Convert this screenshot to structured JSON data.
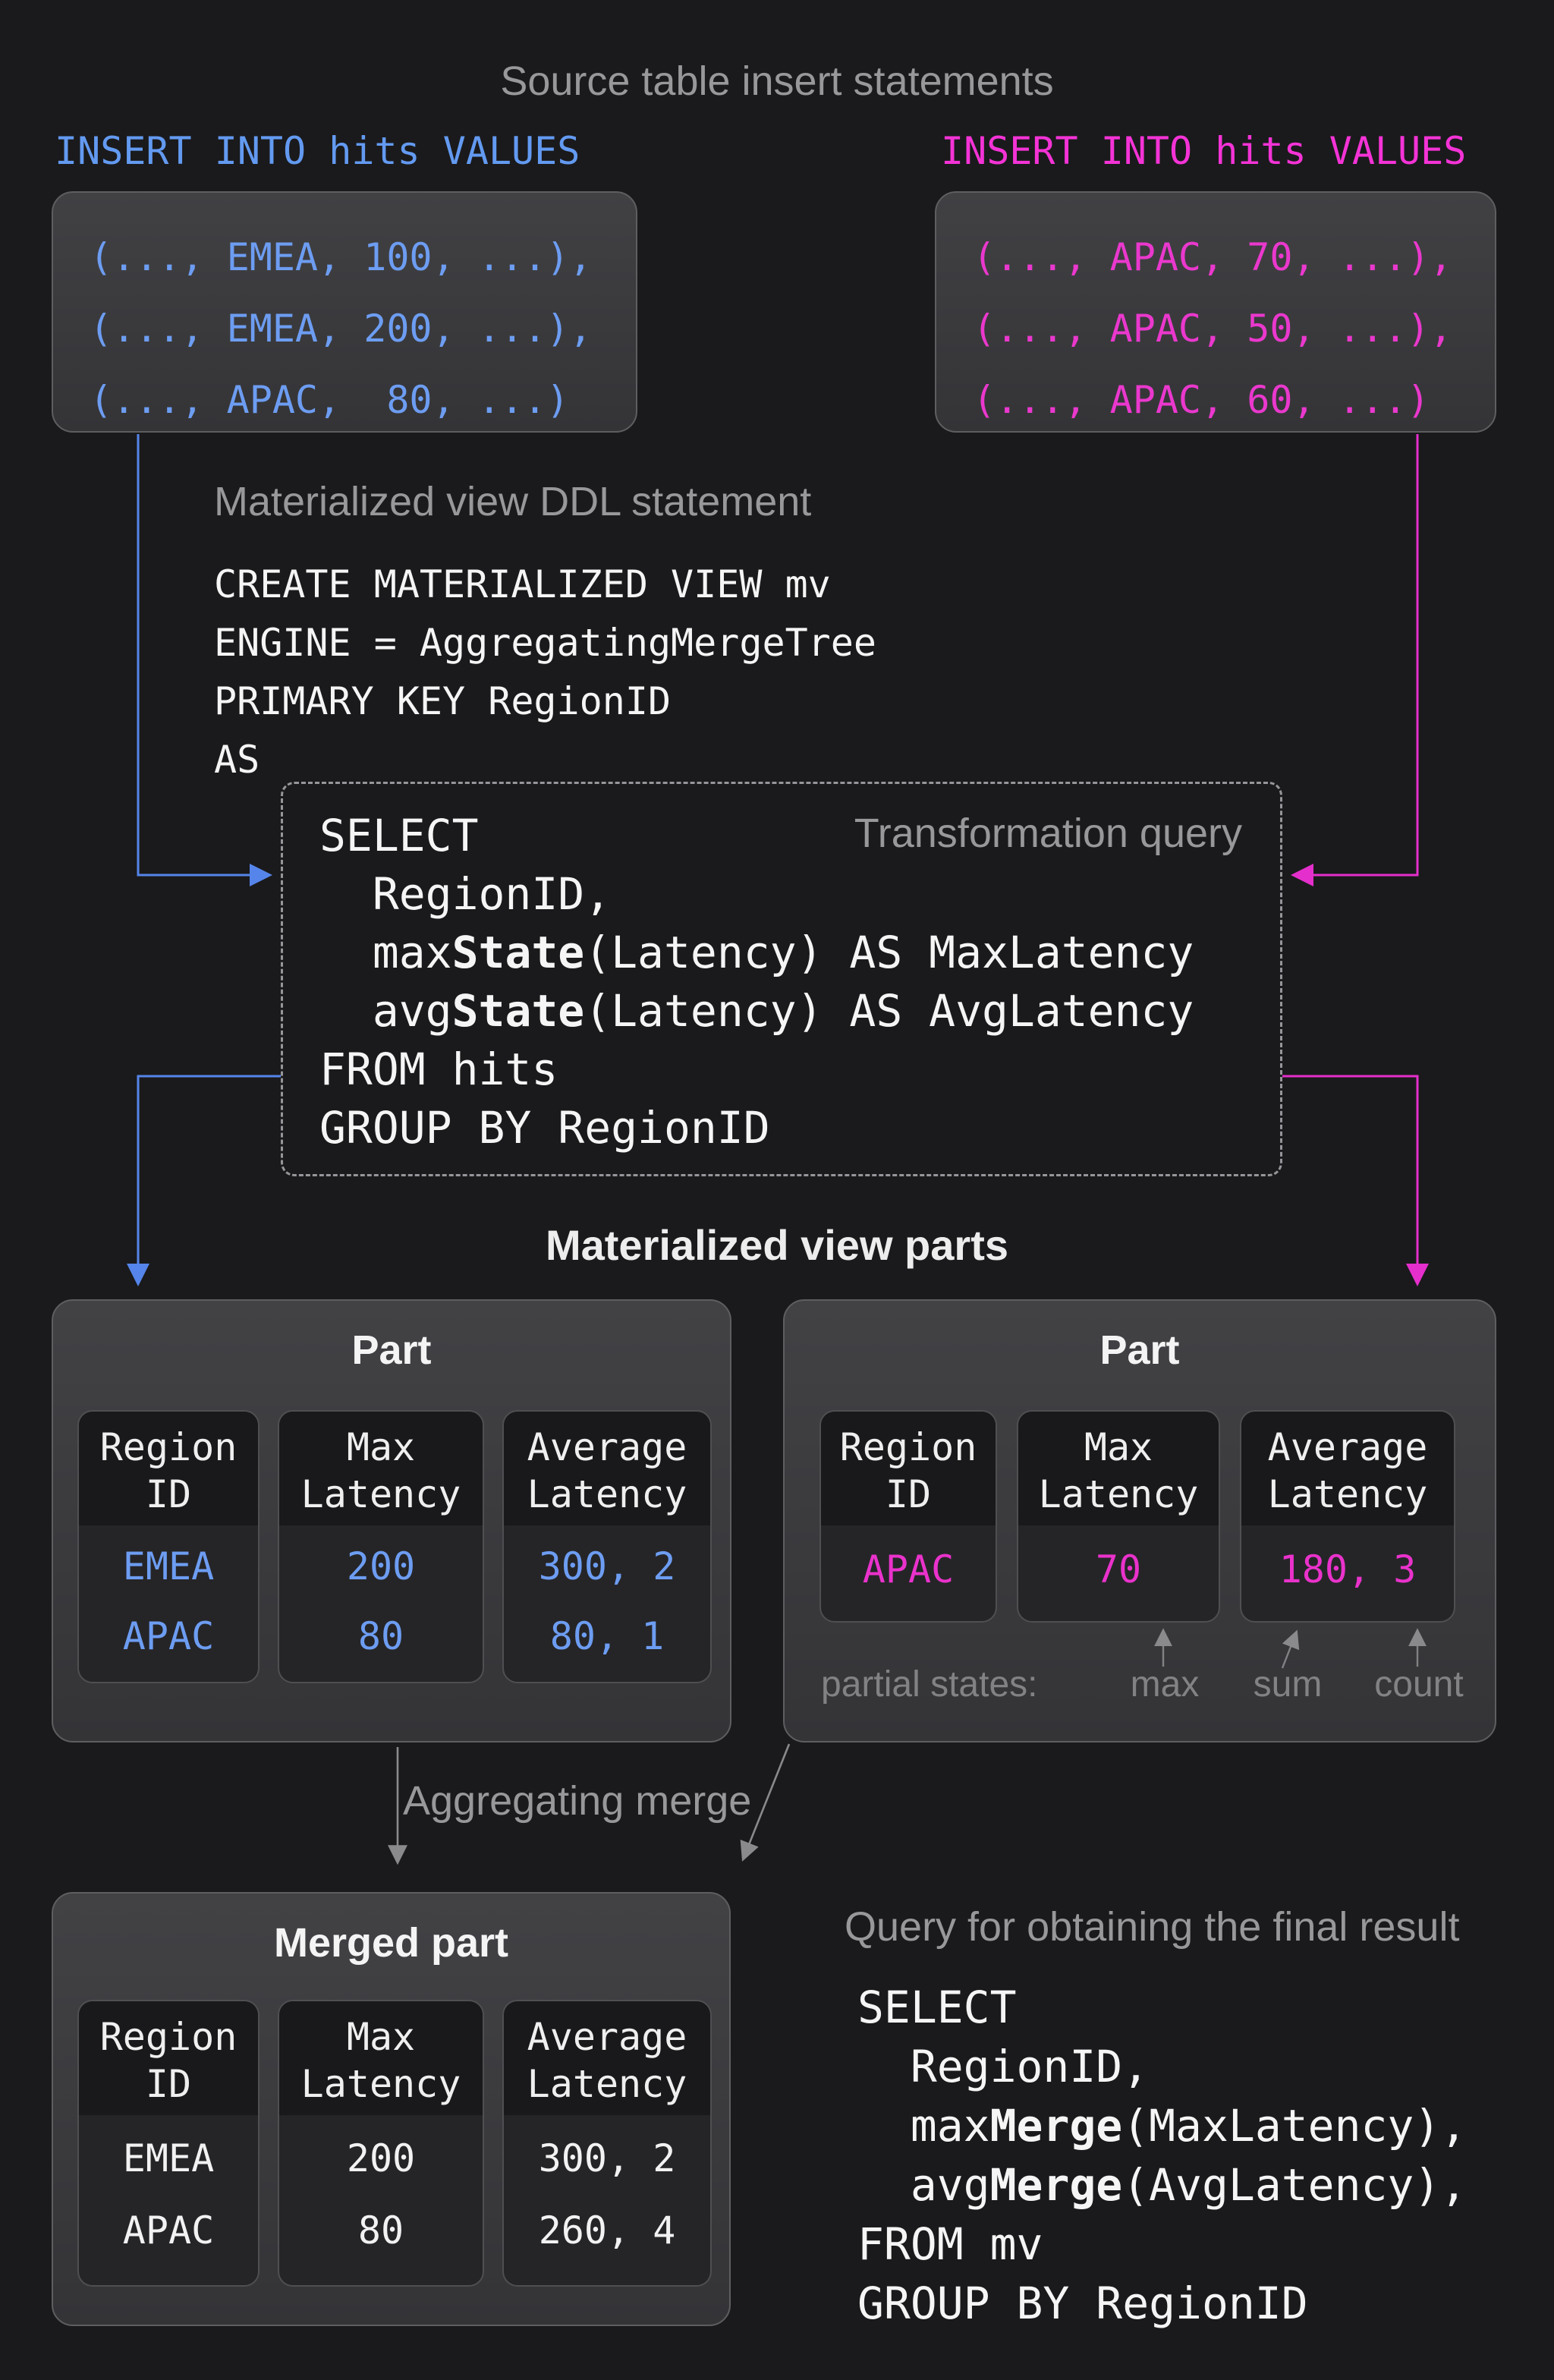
{
  "title": "Source table insert statements",
  "inserts": {
    "left": {
      "header": "INSERT INTO hits VALUES",
      "rows": [
        "(..., EMEA, 100, ...),",
        "(..., EMEA, 200, ...),",
        "(..., APAC,  80, ...)"
      ]
    },
    "right": {
      "header": "INSERT INTO hits VALUES",
      "rows": [
        "(..., APAC, 70, ...),",
        "(..., APAC, 50, ...),",
        "(..., APAC, 60, ...)"
      ]
    }
  },
  "ddl": {
    "caption": "Materialized view DDL statement",
    "lines": [
      "CREATE MATERIALIZED VIEW mv",
      "ENGINE = AggregatingMergeTree",
      "PRIMARY KEY RegionID",
      "AS"
    ]
  },
  "transformation": {
    "caption": "Transformation query",
    "lines": [
      "SELECT",
      "  RegionID,",
      "  max**State**(Latency) AS MaxLatency",
      "  avg**State**(Latency) AS AvgLatency",
      "FROM hits",
      "GROUP BY RegionID"
    ]
  },
  "parts_heading": "Materialized view parts",
  "part_left": {
    "title": "Part",
    "columns": [
      {
        "header": [
          "Region",
          "ID"
        ],
        "values": [
          "EMEA",
          "APAC"
        ]
      },
      {
        "header": [
          "Max",
          "Latency"
        ],
        "values": [
          "200",
          "80"
        ]
      },
      {
        "header": [
          "Average",
          "Latency"
        ],
        "values": [
          "300, 2",
          "80, 1"
        ]
      }
    ]
  },
  "part_right": {
    "title": "Part",
    "columns": [
      {
        "header": [
          "Region",
          "ID"
        ],
        "values": [
          "APAC"
        ]
      },
      {
        "header": [
          "Max",
          "Latency"
        ],
        "values": [
          "70"
        ]
      },
      {
        "header": [
          "Average",
          "Latency"
        ],
        "values": [
          "180, 3"
        ]
      }
    ],
    "partial": {
      "label": "partial states:",
      "tags": [
        "max",
        "sum",
        "count"
      ]
    }
  },
  "merge_label": "Aggregating merge",
  "merged_part": {
    "title": "Merged part",
    "columns": [
      {
        "header": [
          "Region",
          "ID"
        ],
        "values": [
          "EMEA",
          "APAC"
        ]
      },
      {
        "header": [
          "Max",
          "Latency"
        ],
        "values": [
          "200",
          "80"
        ]
      },
      {
        "header": [
          "Average",
          "Latency"
        ],
        "values": [
          "300, 2",
          "260, 4"
        ]
      }
    ]
  },
  "final_query": {
    "caption": "Query for obtaining the final result",
    "lines": [
      "SELECT",
      "  RegionID,",
      "  max**Merge**(MaxLatency),",
      "  avg**Merge**(AvgLatency),",
      "FROM mv",
      "GROUP BY RegionID"
    ]
  },
  "colors": {
    "background": "#1a1a1c",
    "blue_text": "#6d9df2",
    "blue_line": "#5585ea",
    "magenta_text": "#ea38cd",
    "magenta_line": "#e52fcc",
    "caption_gray": "#98989a",
    "arrow_gray": "#77777a",
    "card_background": "#3a3a3d",
    "white_text": "#f5f5f6"
  }
}
